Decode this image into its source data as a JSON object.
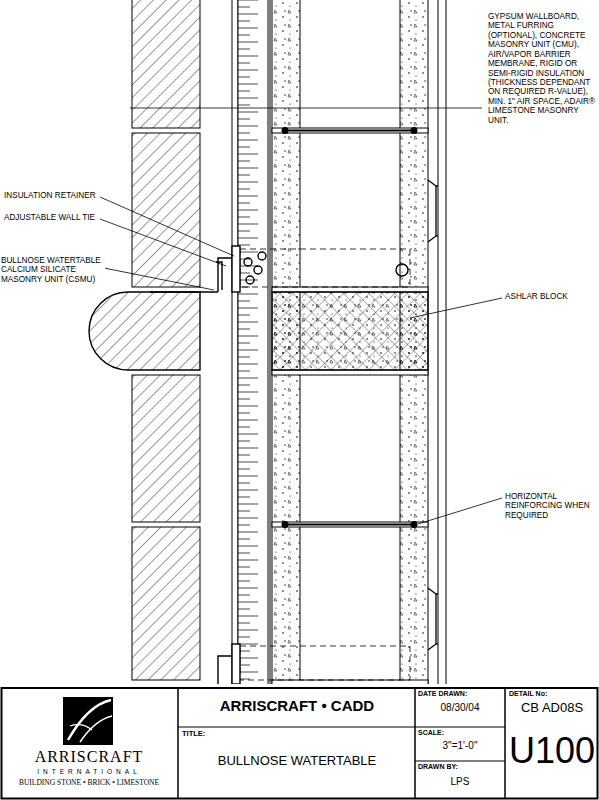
{
  "diagram": {
    "labels": [
      "GYPSUM WALLBOARD, METAL FURRING (OPTIONAL), CONCRETE MASONRY UNIT (CMU), AIR/VAPOR BARRIER MEMBRANE, RIGID OR SEMI-RIGID INSULATION (THICKNESS DEPENDANT ON REQUIRED R-VALUE), MIN. 1\" AIR SPACE, ADAIR® LIMESTONE MASONRY UNIT.",
      "INSULATION RETAINER",
      "ADJUSTABLE WALL TIE",
      "BULLNOSE WATERTABLE CALCIUM SILICATE MASONRY UNIT (CSMU)",
      "ASHLAR BLOCK",
      "HORIZONTAL REINFORCING WHEN REQUIRED",
      "ARRISCRAFT • CADD",
      "TITLE:",
      "BULLNOSE WATERTABLE",
      "DATE DRAWN:",
      "08/30/04",
      "SCALE:",
      "3\"=1'-0\"",
      "DRAWN BY:",
      "LPS",
      "DETAIL No:",
      "CB AD08S",
      "U100",
      "ARRISCRAFT",
      "INTERNATIONAL",
      "BUILDING STONE • BRICK • LIMESTONE"
    ]
  }
}
